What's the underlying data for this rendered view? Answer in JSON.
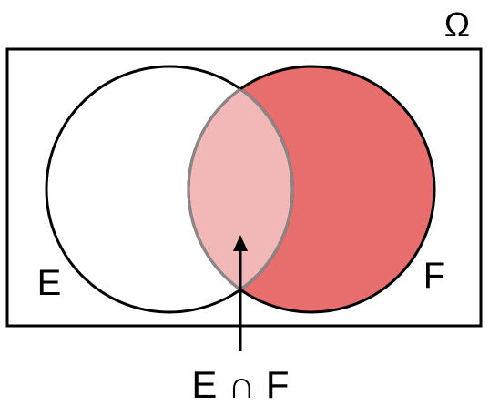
{
  "diagram": {
    "universe_label": "Ω",
    "set_e_label": "E",
    "set_f_label": "F",
    "intersection_label": "E ∩ F"
  },
  "colors": {
    "set_f_fill": "#e86d6d",
    "intersection_fill": "#f2b8b8",
    "set_e_fill": "#ffffff",
    "stroke": "#000000",
    "inner_stroke": "#888888"
  }
}
